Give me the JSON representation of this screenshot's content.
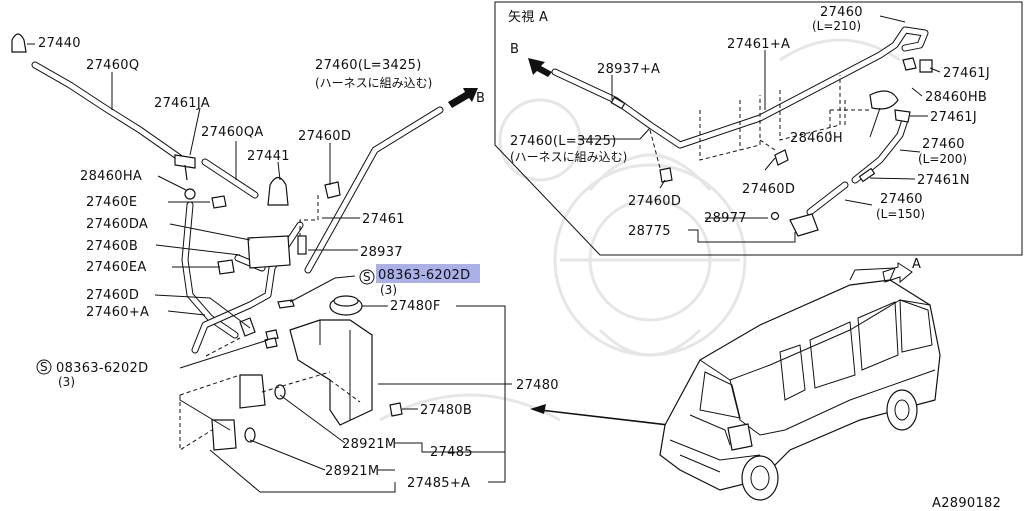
{
  "diagram_code": "A2890182",
  "view_a": {
    "title": "矢視 A",
    "arrow_b": "B"
  },
  "labels": {
    "p27440": "27440",
    "p27460Q": "27460Q",
    "p27461JA": "27461JA",
    "p27460QA": "27460QA",
    "p27441": "27441",
    "p27460D_main": "27460D",
    "p28460HA": "28460HA",
    "p27460E": "27460E",
    "p27460DA": "27460DA",
    "p27461_main": "27461",
    "p27460B": "27460B",
    "p28937_main": "28937",
    "p27460EA": "27460EA",
    "p27460D_left": "27460D",
    "p27460A": "27460+A",
    "p27460L3425_main": "27460(L=3425)",
    "harness_note_main": "(ハーネスに組み込む)",
    "arrow_b_main": "B",
    "screw_top": "08363-6202D",
    "screw_top_qty": "(3)",
    "screw_left": "08363-6202D",
    "screw_left_qty": "(3)",
    "p27480F": "27480F",
    "p27480": "27480",
    "p27480B": "27480B",
    "p28921M_1": "28921M",
    "p27485": "27485",
    "p28921M_2": "28921M",
    "p27485A": "27485+A",
    "arrow_a_main": "A",
    "v_27460_210": "27460",
    "v_L210": "(L=210)",
    "v_27461A": "27461+A",
    "v_28937A": "28937+A",
    "v_27461J_1": "27461J",
    "v_28460HB": "28460HB",
    "v_27460_3425": "27460(L=3425)",
    "v_harness_note": "(ハーネスに組み込む)",
    "v_28460H": "28460H",
    "v_27461J_2": "27461J",
    "v_27460_200": "27460",
    "v_L200": "(L=200)",
    "v_27460D_1": "27460D",
    "v_27460D_2": "27460D",
    "v_27461N": "27461N",
    "v_27460_150": "27460",
    "v_L150": "(L=150)",
    "v_28977": "28977",
    "v_28775": "28775"
  },
  "colors": {
    "highlight": "#aab0e8",
    "line": "#111111",
    "watermark": "#e6e6e6"
  }
}
